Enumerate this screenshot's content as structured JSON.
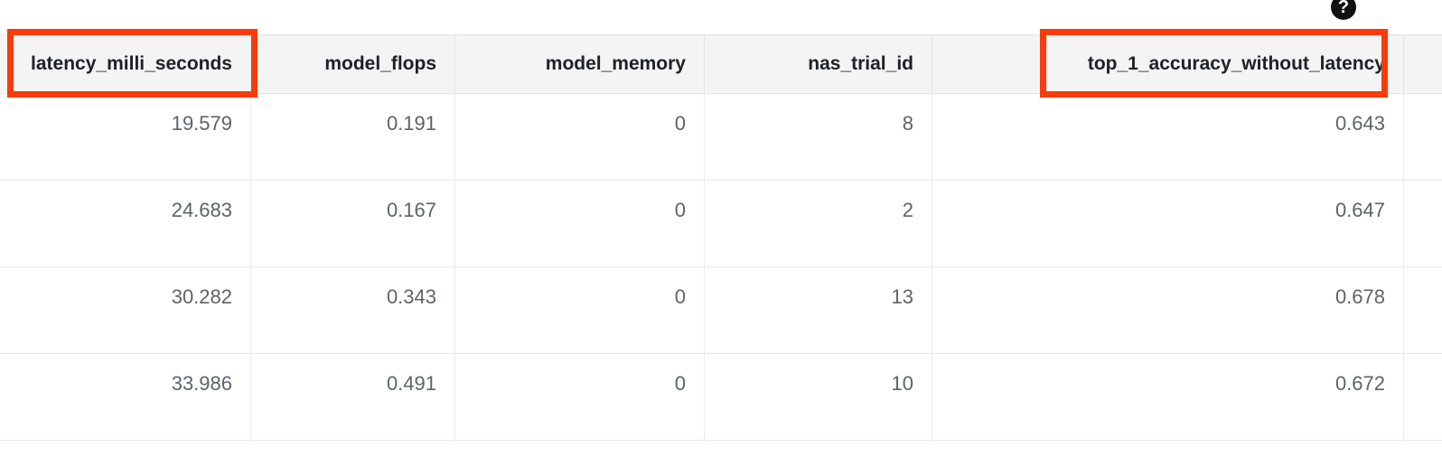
{
  "help": {
    "icon": "help-icon",
    "glyph": "?"
  },
  "table": {
    "columns": [
      {
        "key": "latency_milli_seconds",
        "label": "latency_milli_seconds",
        "align": "right"
      },
      {
        "key": "model_flops",
        "label": "model_flops",
        "align": "right"
      },
      {
        "key": "model_memory",
        "label": "model_memory",
        "align": "right"
      },
      {
        "key": "nas_trial_id",
        "label": "nas_trial_id",
        "align": "right"
      },
      {
        "key": "top_1_accuracy_without_latency",
        "label": "top_1_accuracy_without_latency",
        "align": "right"
      },
      {
        "key": "next_column_partial",
        "label": "",
        "align": "right"
      }
    ],
    "rows": [
      {
        "latency_milli_seconds": "19.579",
        "model_flops": "0.191",
        "model_memory": "0",
        "nas_trial_id": "8",
        "top_1_accuracy_without_latency": "0.643",
        "next_column_partial": ""
      },
      {
        "latency_milli_seconds": "24.683",
        "model_flops": "0.167",
        "model_memory": "0",
        "nas_trial_id": "2",
        "top_1_accuracy_without_latency": "0.647",
        "next_column_partial": ""
      },
      {
        "latency_milli_seconds": "30.282",
        "model_flops": "0.343",
        "model_memory": "0",
        "nas_trial_id": "13",
        "top_1_accuracy_without_latency": "0.678",
        "next_column_partial": ""
      },
      {
        "latency_milli_seconds": "33.986",
        "model_flops": "0.491",
        "model_memory": "0",
        "nas_trial_id": "10",
        "top_1_accuracy_without_latency": "0.672",
        "next_column_partial": ""
      }
    ]
  },
  "annotations": [
    {
      "name": "annot-latency",
      "target": "latency_milli_seconds",
      "color": "#f93b0c"
    },
    {
      "name": "annot-top1",
      "target": "top_1_accuracy_without_latency",
      "color": "#f93b0c"
    }
  ],
  "colors": {
    "header_background": "#f4f4f4",
    "header_text": "#202124",
    "cell_text": "#5f6368",
    "row_border": "#e8e8e8",
    "annotation": "#f93b0c",
    "help_icon_background": "#111111",
    "page_background": "#ffffff"
  }
}
